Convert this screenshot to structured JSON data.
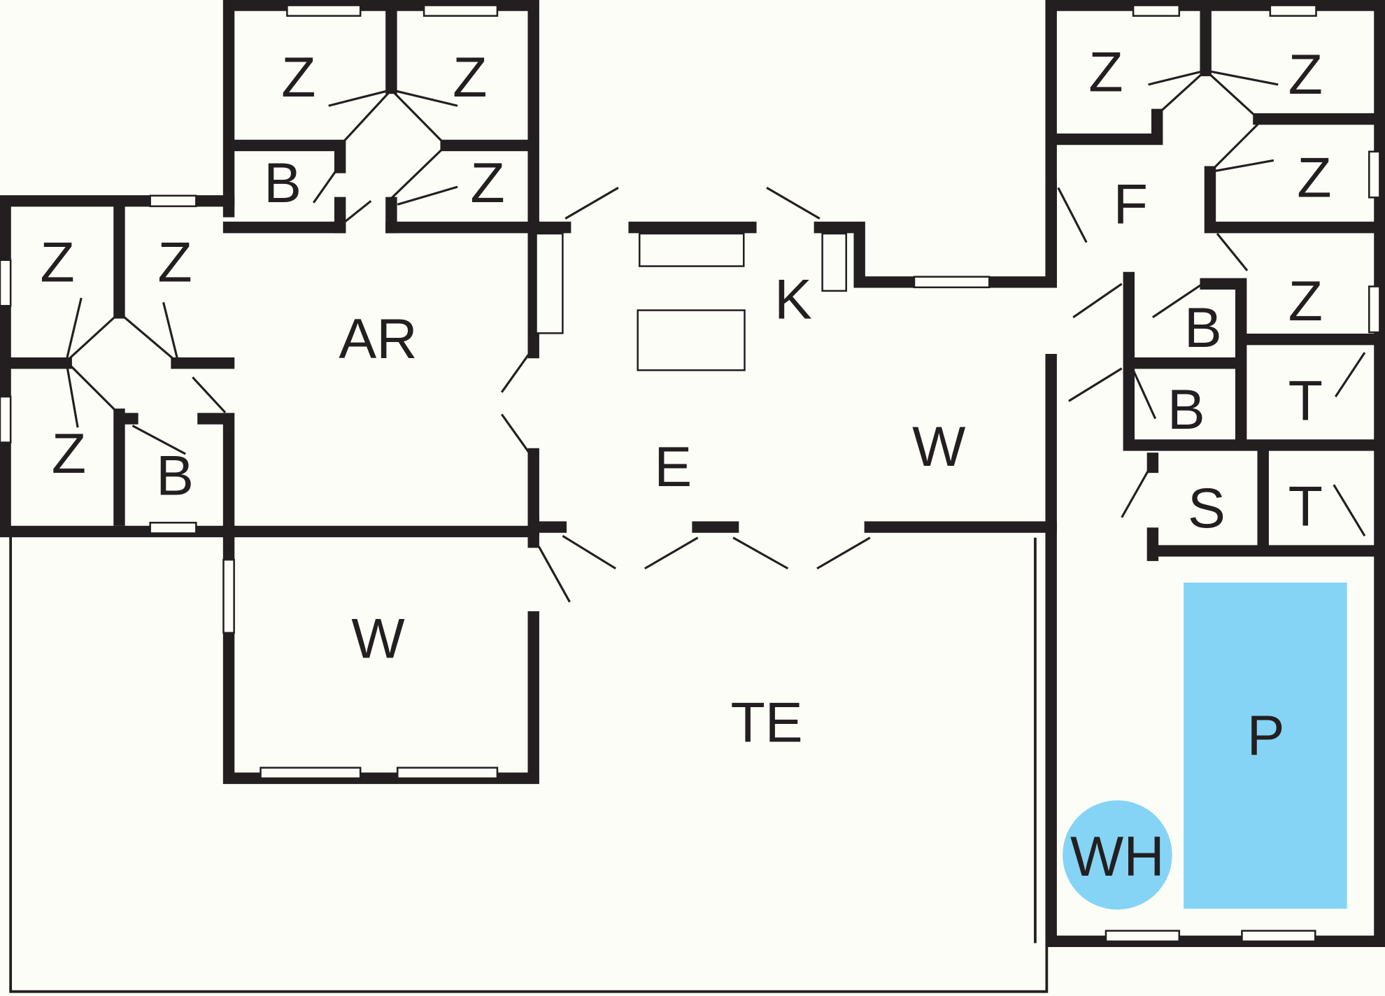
{
  "colors": {
    "background": "#fdfdf7",
    "wall": "#231f20",
    "pool": "#85d4f5"
  },
  "rooms": {
    "z1": "Z",
    "z2": "Z",
    "z3": "Z",
    "z4": "Z",
    "z5": "Z",
    "z6": "Z",
    "z7": "Z",
    "z8": "Z",
    "z9": "Z",
    "z10": "Z",
    "b1": "B",
    "b2": "B",
    "b3": "B",
    "b4": "B",
    "ar": "AR",
    "k": "K",
    "e": "E",
    "w1": "W",
    "w2": "W",
    "te": "TE",
    "f": "F",
    "t1": "T",
    "t2": "T",
    "s": "S",
    "p": "P",
    "wh": "WH"
  }
}
